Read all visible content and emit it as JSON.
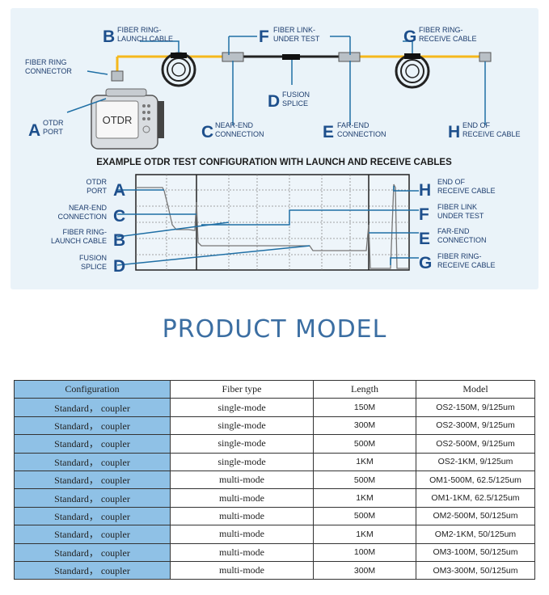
{
  "diagram": {
    "top": {
      "a_letter": "A",
      "a_text": [
        "OTDR",
        "PORT"
      ],
      "b_letter": "B",
      "b_text": [
        "FIBER RING-",
        "LAUNCH CABLE"
      ],
      "c_letter": "C",
      "c_text": [
        "NEAR-END",
        "CONNECTION"
      ],
      "d_letter": "D",
      "d_text": [
        "FUSION",
        "SPLICE"
      ],
      "e_letter": "E",
      "e_text": [
        "FAR-END",
        "CONNECTION"
      ],
      "f_letter": "F",
      "f_text": [
        "FIBER LINK-",
        "UNDER TEST"
      ],
      "g_letter": "G",
      "g_text": [
        "FIBER RING-",
        "RECEIVE CABLE"
      ],
      "h_letter": "H",
      "h_text": [
        "END OF",
        "RECEIVE CABLE"
      ],
      "connector_text": [
        "FIBER RING",
        "CONNECTOR"
      ],
      "device_label": "OTDR"
    },
    "caption": "EXAMPLE OTDR TEST CONFIGURATION WITH LAUNCH AND RECEIVE CABLES",
    "left_legend": [
      {
        "letter": "A",
        "text": [
          "OTDR",
          "PORT"
        ]
      },
      {
        "letter": "C",
        "text": [
          "NEAR-END",
          "CONNECTION"
        ]
      },
      {
        "letter": "B",
        "text": [
          "FIBER RING-",
          "LAUNCH CABLE"
        ]
      },
      {
        "letter": "D",
        "text": [
          "FUSION",
          "SPLICE"
        ]
      }
    ],
    "right_legend": [
      {
        "letter": "H",
        "text": [
          "END OF",
          "RECEIVE CABLE"
        ]
      },
      {
        "letter": "F",
        "text": [
          "FIBER LINK",
          "UNDER TEST"
        ]
      },
      {
        "letter": "E",
        "text": [
          "FAR-END",
          "CONNECTION"
        ]
      },
      {
        "letter": "G",
        "text": [
          "FIBER RING-",
          "RECEIVE CABLE"
        ]
      }
    ],
    "colors": {
      "cable": "#f5b81c",
      "trace": "#1f6fa5",
      "letters": "#1d4f8c",
      "panel": "#eaf3f9"
    }
  },
  "heading": "PRODUCT MODEL",
  "table": {
    "headers": [
      "Configuration",
      "Fiber type",
      "Length",
      "Model"
    ],
    "rows": [
      [
        "Standard， coupler",
        "single-mode",
        "150M",
        "OS2-150M, 9/125um"
      ],
      [
        "Standard， coupler",
        "single-mode",
        "300M",
        "OS2-300M, 9/125um"
      ],
      [
        "Standard， coupler",
        "single-mode",
        "500M",
        "OS2-500M, 9/125um"
      ],
      [
        "Standard， coupler",
        "single-mode",
        "1KM",
        "OS2-1KM, 9/125um"
      ],
      [
        "Standard， coupler",
        "multi-mode",
        "500M",
        "OM1-500M, 62.5/125um"
      ],
      [
        "Standard， coupler",
        "multi-mode",
        "1KM",
        "OM1-1KM, 62.5/125um"
      ],
      [
        "Standard， coupler",
        "multi-mode",
        "500M",
        "OM2-500M, 50/125um"
      ],
      [
        "Standard， coupler",
        "multi-mode",
        "1KM",
        "OM2-1KM, 50/125um"
      ],
      [
        "Standard， coupler",
        "multi-mode",
        "100M",
        "OM3-100M, 50/125um"
      ],
      [
        "Standard， coupler",
        "multi-mode",
        "300M",
        "OM3-300M, 50/125um"
      ]
    ]
  }
}
